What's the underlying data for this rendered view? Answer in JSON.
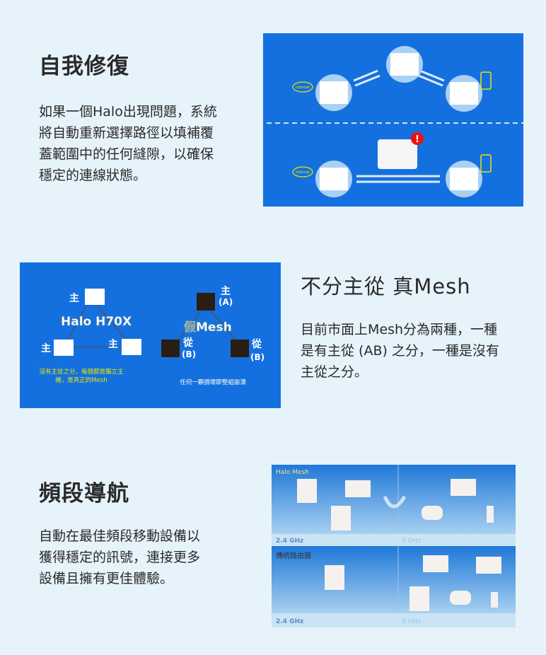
{
  "sections": [
    {
      "title": "自我修復",
      "lines": [
        "如果一個Halo出現問題，系統",
        "將自動重新選擇路徑以填補覆",
        "蓋範圍中的任何縫隙，以確保",
        "穩定的連線狀態。"
      ],
      "illustration": {
        "internet_label": "Internet"
      }
    },
    {
      "title": "不分主從  真Mesh",
      "lines": [
        "目前市面上Mesh分為兩種，一種",
        "是有主從 (AB) 之分，一種是沒有",
        "主從之分。"
      ],
      "illustration": {
        "master": "主",
        "slave": "從",
        "a": "(A)",
        "b": "(B)",
        "product": "Halo H70X",
        "fake": "假Mesh",
        "left_caption_1": "沒有主從之分，每個都是獨立主",
        "left_caption_2": "機，是真正的Mesh",
        "right_caption": "任何一顆損壞即整組崩潰"
      }
    },
    {
      "title": "頻段導航",
      "lines": [
        "自動在最佳頻段移動設備以",
        "獲得穩定的訊號，連接更多",
        "設備且擁有更佳體驗。"
      ],
      "illustration": {
        "top_label": "Halo Mesh",
        "bottom_label": "傳統路由器",
        "band_24": "2.4 GHz",
        "band_5": "5 GHz"
      }
    }
  ],
  "colors": {
    "bg": "#e7f3fb",
    "blue": "#1673e0",
    "yellow": "#e6e600"
  }
}
